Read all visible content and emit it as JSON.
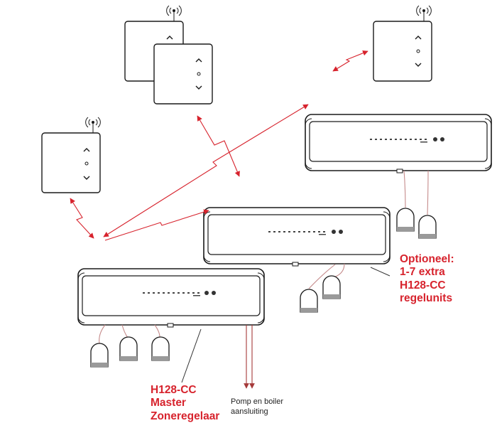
{
  "labels": {
    "optional": [
      "Optioneel:",
      "1-7 extra",
      "H128-CC",
      "regelunits"
    ],
    "master": [
      "H128-CC",
      "Master",
      "Zoneregelaar"
    ],
    "pump": [
      "Pomp en boiler",
      "aansluiting"
    ]
  },
  "colors": {
    "accent": "#d7232d",
    "outline": "#1a1a1a",
    "actuator_band": "#9a9a9a",
    "cable": "#c58b8b"
  },
  "icons": {
    "thermostat_antenna": "wifi-antenna-icon",
    "thermostat_up": "chevron-up-icon",
    "thermostat_center": "circle-icon",
    "thermostat_down": "chevron-down-icon",
    "wireless_link": "zigzag-arrow-icon"
  }
}
